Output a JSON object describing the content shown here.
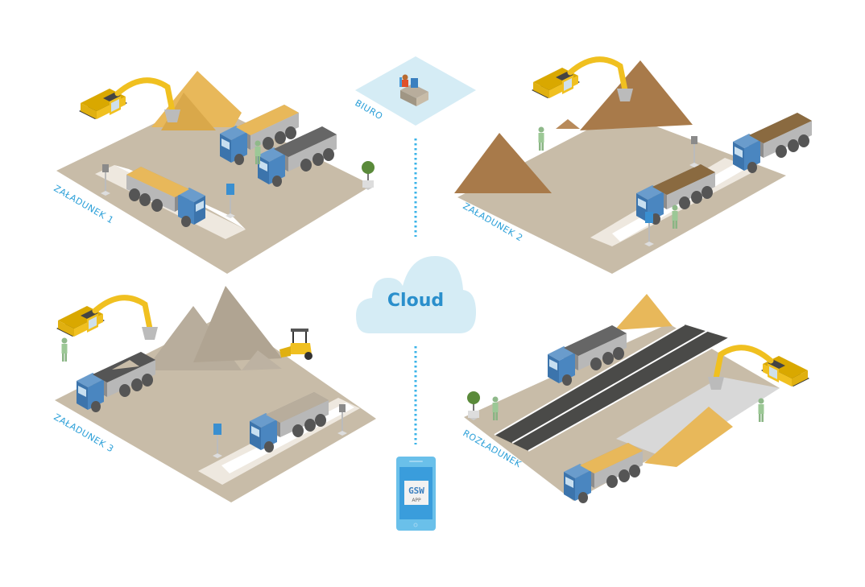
{
  "diagram": {
    "office": {
      "label": "BIURO"
    },
    "cloud": {
      "label": "Cloud"
    },
    "app": {
      "title": "GSW",
      "subtitle": "APP"
    },
    "zones": [
      {
        "id": "loading-1",
        "label": "ZAŁADUNEK 1",
        "material_color": "#e8b85a"
      },
      {
        "id": "loading-2",
        "label": "ZAŁADUNEK 2",
        "material_color": "#a87a4a"
      },
      {
        "id": "loading-3",
        "label": "ZAŁADUNEK 3",
        "material_color": "#b8ad9c"
      },
      {
        "id": "unloading",
        "label": "ROZŁADUNEK",
        "material_color": "#e8b85a"
      }
    ],
    "colors": {
      "ground": "#c8bca8",
      "office_floor": "#d5ecf5",
      "cloud": "#d5ecf5",
      "accent": "#2a9fd8",
      "truck_cab": "#4a86c0",
      "excavator": "#f0c020",
      "road": "#4a4a48"
    }
  }
}
